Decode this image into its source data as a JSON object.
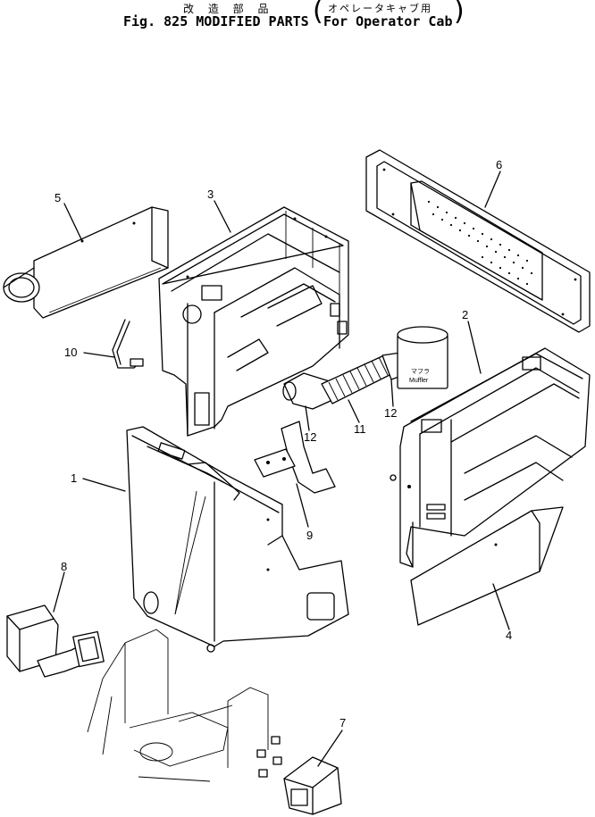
{
  "title": {
    "jp_prefix": "改 造 部 品",
    "en_main": "Fig. 825 MODIFIED PARTS",
    "jp_suffix": "オペレータキャブ用",
    "en_suffix": "For Operator Cab"
  },
  "muffler_label": {
    "jp": "マフラ",
    "en": "Muffler"
  },
  "callouts": {
    "p1": "1",
    "p2": "2",
    "p3": "3",
    "p4": "4",
    "p5": "5",
    "p6": "6",
    "p7": "7",
    "p8": "8",
    "p9": "9",
    "p10": "10",
    "p11": "11",
    "p12a": "12",
    "p12b": "12"
  }
}
